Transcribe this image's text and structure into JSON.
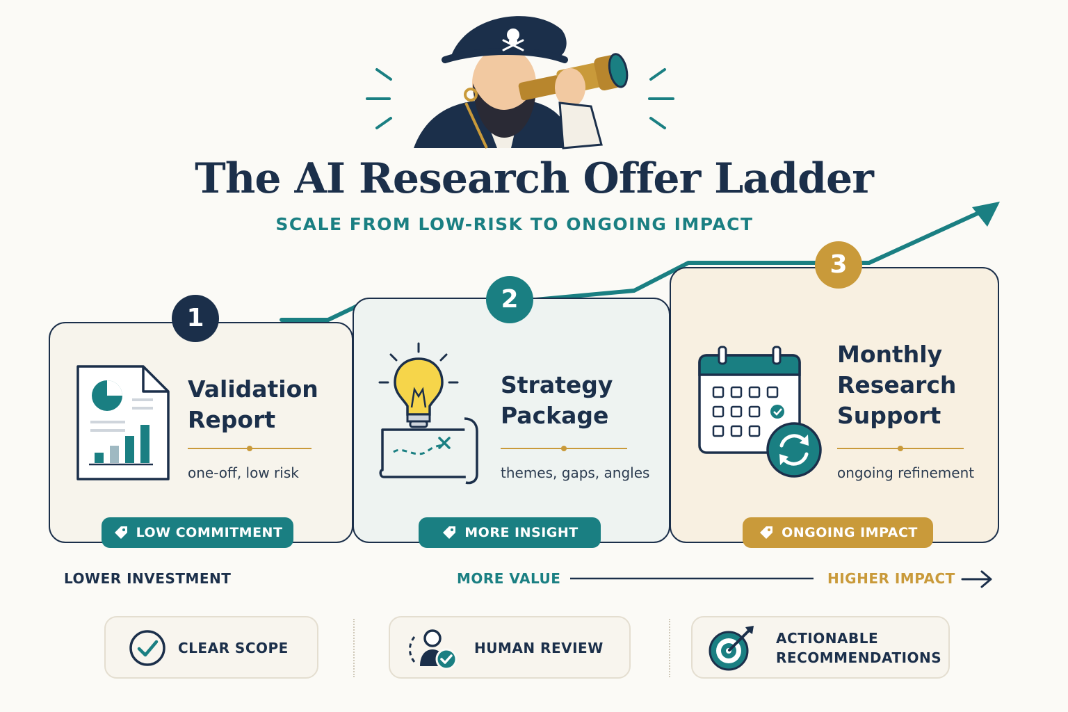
{
  "title": "The AI Research Offer Ladder",
  "subtitle": "SCALE FROM LOW-RISK TO ONGOING IMPACT",
  "colors": {
    "navy": "#1b2f4a",
    "teal": "#1a7f82",
    "gold": "#c99a3a",
    "cream": "#fbfaf6"
  },
  "hero_icon": "pirate-with-spyglass",
  "steps": [
    {
      "number": "1",
      "title": "Validation\nReport",
      "subtitle": "one-off, low risk",
      "tag": "LOW COMMITMENT",
      "icon": "report-document-icon"
    },
    {
      "number": "2",
      "title": "Strategy\nPackage",
      "subtitle": "themes, gaps, angles",
      "tag": "MORE INSIGHT",
      "icon": "lightbulb-map-icon"
    },
    {
      "number": "3",
      "title": "Monthly\nResearch\nSupport",
      "subtitle": "ongoing refinement",
      "tag": "ONGOING IMPACT",
      "icon": "calendar-refresh-icon"
    }
  ],
  "scale": {
    "lower": "LOWER INVESTMENT",
    "more": "MORE VALUE",
    "higher": "HIGHER IMPACT"
  },
  "features": [
    {
      "label": "CLEAR SCOPE",
      "icon": "check-circle-icon"
    },
    {
      "label": "HUMAN REVIEW",
      "icon": "user-check-icon"
    },
    {
      "label": "ACTIONABLE\nRECOMMENDATIONS",
      "icon": "target-icon"
    }
  ]
}
